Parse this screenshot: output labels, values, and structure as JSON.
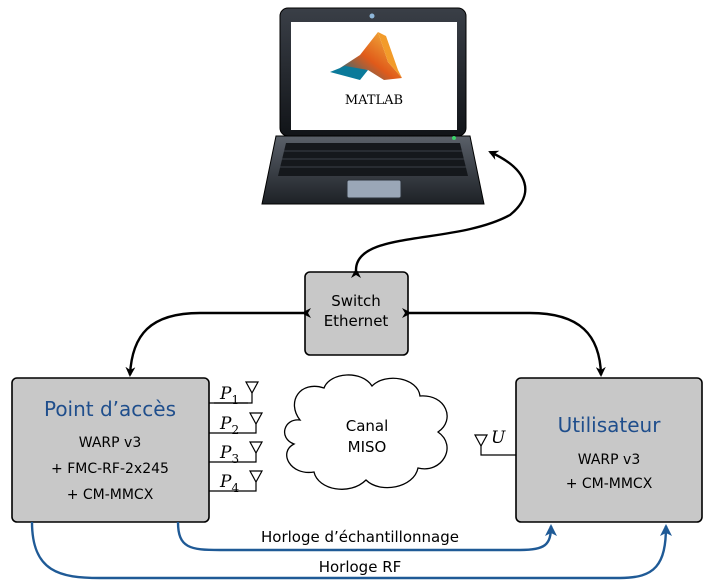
{
  "laptop": {
    "screen_label": "MATLAB"
  },
  "switch": {
    "line1": "Switch",
    "line2": "Ethernet"
  },
  "access_point": {
    "title": "Point d’accès",
    "line1": "WARP v3",
    "line2": "+ FMC-RF-2x245",
    "line3": "+ CM-MMCX"
  },
  "user": {
    "title": "Utilisateur",
    "line1": "WARP v3",
    "line2": "+ CM-MMCX"
  },
  "antennas": {
    "ap": [
      {
        "base": "P",
        "sub": "1"
      },
      {
        "base": "P",
        "sub": "2"
      },
      {
        "base": "P",
        "sub": "3"
      },
      {
        "base": "P",
        "sub": "4"
      }
    ],
    "user": {
      "base": "U"
    }
  },
  "channel": {
    "line1": "Canal",
    "line2": "MISO"
  },
  "clocks": {
    "sampling": "Horloge d’échantillonnage",
    "rf": "Horloge RF"
  },
  "colors": {
    "box_fill": "#c8c8c8",
    "title_blue": "#1f4e8c",
    "clock_line": "#1f5a96"
  }
}
